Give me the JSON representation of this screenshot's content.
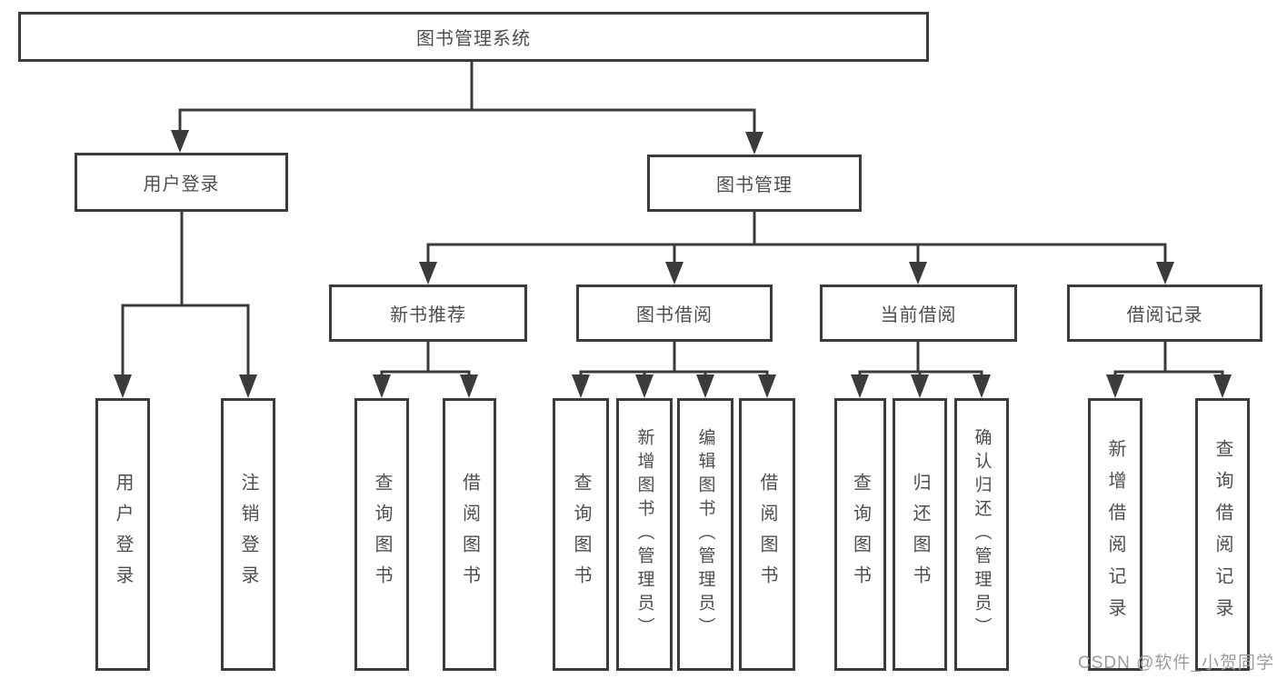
{
  "diagram": {
    "root": {
      "label": "图书管理系统"
    },
    "branches": [
      {
        "label": "用户登录",
        "children": [
          {
            "label": "用户登录"
          },
          {
            "label": "注销登录"
          }
        ]
      },
      {
        "label": "图书管理",
        "children": [
          {
            "label": "新书推荐",
            "children": [
              {
                "label": "查询图书"
              },
              {
                "label": "借阅图书"
              }
            ]
          },
          {
            "label": "图书借阅",
            "children": [
              {
                "label": "查询图书"
              },
              {
                "label": "新增图书（管理员）"
              },
              {
                "label": "编辑图书（管理员）"
              },
              {
                "label": "借阅图书"
              }
            ]
          },
          {
            "label": "当前借阅",
            "children": [
              {
                "label": "查询图书"
              },
              {
                "label": "归还图书"
              },
              {
                "label": "确认归还（管理员）"
              }
            ]
          },
          {
            "label": "借阅记录",
            "children": [
              {
                "label": "新增借阅记录"
              },
              {
                "label": "查询借阅记录"
              }
            ]
          }
        ]
      }
    ]
  },
  "watermark": {
    "text": "CSDN @软件_小贺同学"
  },
  "colors": {
    "line": "#3b3b3b",
    "text": "#4e4e4e",
    "background": "#ffffff",
    "watermark": "#9c9c9c"
  }
}
